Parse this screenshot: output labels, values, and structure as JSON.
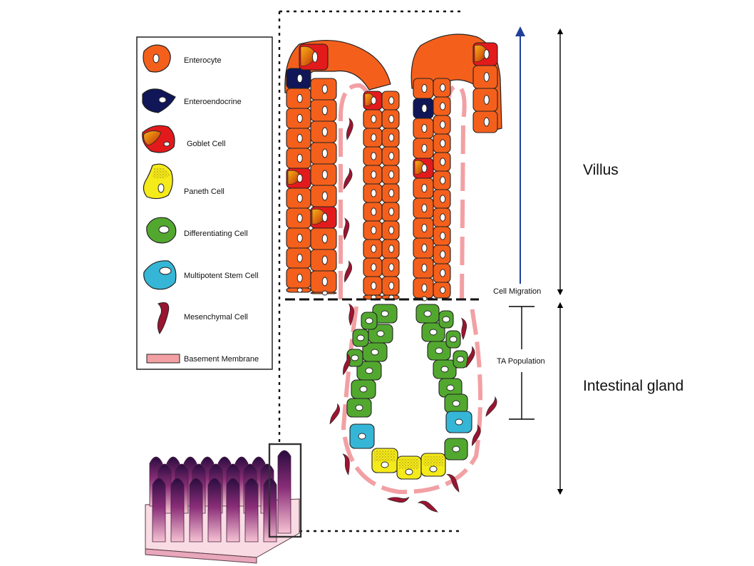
{
  "legend": {
    "items": [
      {
        "label": "Enterocyte",
        "icon": "enterocyte-icon",
        "color": "#f4601c"
      },
      {
        "label": "Enteroendocrine",
        "icon": "enteroendocrine-icon",
        "color": "#101658"
      },
      {
        "label": "Goblet Cell",
        "icon": "goblet-cell-icon",
        "color": "#e31a1c"
      },
      {
        "label": "Paneth Cell",
        "icon": "paneth-cell-icon",
        "color": "#f5ea1a"
      },
      {
        "label": "Differentiating Cell",
        "icon": "differentiating-cell-icon",
        "color": "#52a82f"
      },
      {
        "label": "Multipotent Stem Cell",
        "icon": "multipotent-stem-cell-icon",
        "color": "#35b6d6"
      },
      {
        "label": "Mesenchymal Cell",
        "icon": "mesenchymal-cell-icon",
        "color": "#9a1530"
      },
      {
        "label": "Basement Membrane",
        "icon": "basement-membrane-icon",
        "color": "#f2a0a4"
      }
    ]
  },
  "annotations": {
    "villus": "Villus",
    "intestinal_gland": "Intestinal gland",
    "cell_migration": "Cell Migration",
    "ta_population": "TA Population"
  },
  "colors": {
    "migration_arrow": "#1f3f9a",
    "tissue_dark": "#3a0f4a",
    "tissue_light": "#f7c6d6"
  }
}
